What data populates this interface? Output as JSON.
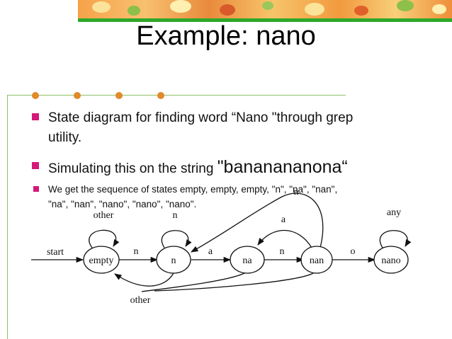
{
  "slide": {
    "title": "Example: nano",
    "bullets": [
      {
        "text_line1": "State diagram for finding word “Nano \"through grep",
        "text_line2": "utility."
      },
      {
        "text_before": "Simulating this on the string ",
        "highlight": "\"bananananona“"
      },
      {
        "text_line1": "We get the sequence of states empty, empty, empty, \"n\", \"na\", \"nan\",",
        "text_line2": "\"na\", \"nan\", \"nano\", \"nano\", \"nano\"."
      }
    ]
  },
  "diagram": {
    "states": [
      "empty",
      "n",
      "na",
      "nan",
      "nano"
    ],
    "start_label": "start",
    "transition_labels": {
      "empty_to_n": "n",
      "n_to_na": "a",
      "na_to_nan": "n",
      "nan_to_nano": "o",
      "nan_to_na": "a",
      "nan_to_n": "n",
      "empty_self": "other",
      "n_self": "n",
      "nano_self": "any",
      "back_to_empty": "other"
    }
  },
  "colors": {
    "bullet": "#d4187a",
    "accent_dots": "#e08a2a",
    "rule_green": "#2ea82a"
  }
}
